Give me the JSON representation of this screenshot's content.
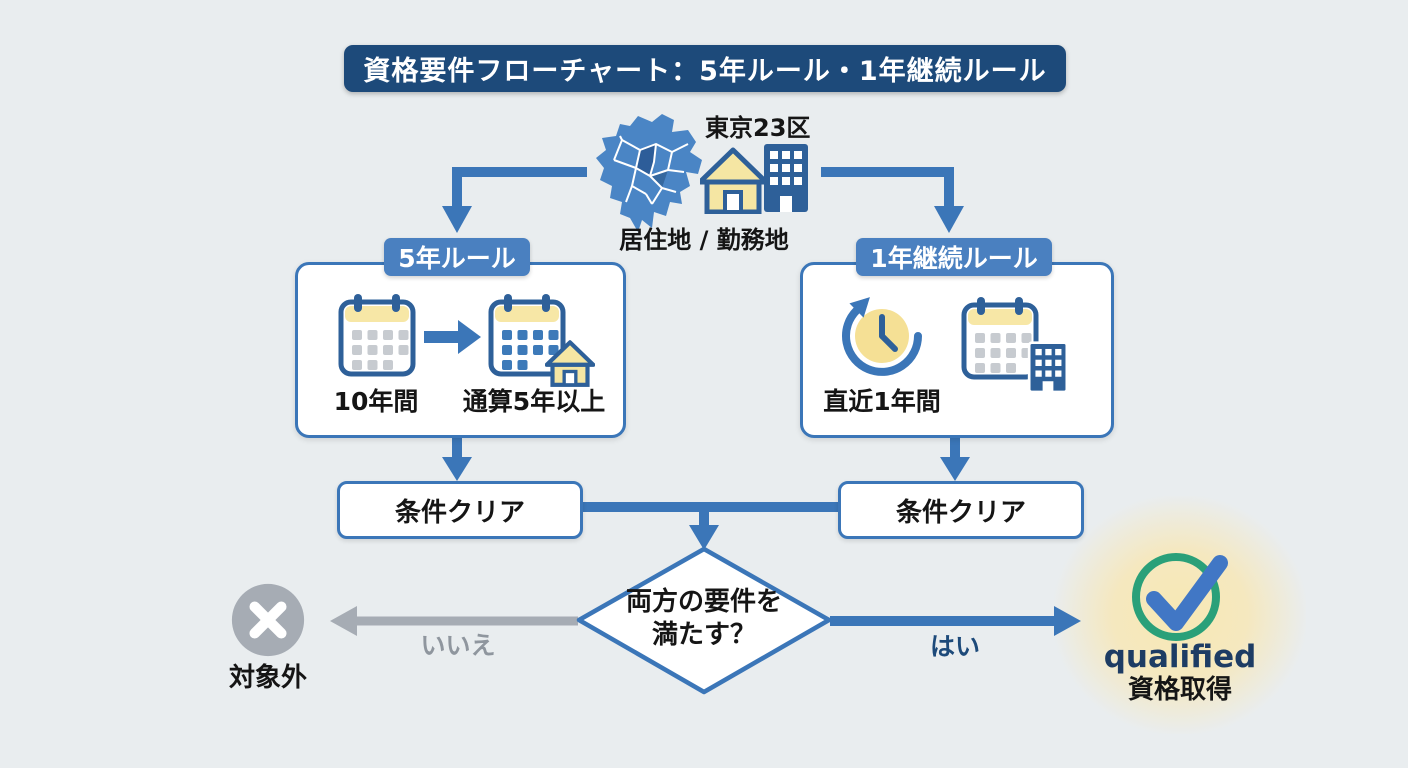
{
  "title": "資格要件フローチャート：5年ルール・1年継続ルール",
  "map": {
    "area_label": "東京23区",
    "location_label": "居住地 / 勤務地"
  },
  "rules": {
    "five_year": {
      "tab_label": "5年ルール",
      "step1_label": "10年間",
      "step2_label": "通算5年以上"
    },
    "one_year": {
      "tab_label": "1年継続ルール",
      "step1_label": "直近1年間"
    }
  },
  "conditions": {
    "left_label": "条件クリア",
    "right_label": "条件クリア"
  },
  "decision": {
    "question_line1": "両方の要件を",
    "question_line2": "満たす？"
  },
  "branches": {
    "no": {
      "arrow_label": "いいえ",
      "result_label": "対象外"
    },
    "yes": {
      "arrow_label": "はい",
      "result_label_en": "qualified",
      "result_label_ja": "資格取得"
    }
  },
  "icons": [
    "tokyo-23-wards-map-icon",
    "house-icon",
    "building-icon",
    "calendar-icon",
    "arrow-right-icon",
    "clock-icon",
    "x-circle-icon",
    "check-circle-icon"
  ],
  "colors": {
    "background": "#e9edef",
    "title_bg": "#1d4a7a",
    "flow_blue": "#3b76b8",
    "tab_blue": "#4a80c0",
    "map_blue": "#4a85c5",
    "map_dark_blue": "#2d5d99",
    "icon_outline": "#2e6099",
    "icon_yellow": "#f5e6a3",
    "band_yellow": "#f7e7a6",
    "clock_yellow": "#f5e095",
    "dot_gray": "#c7cbd0",
    "dot_blue": "#3d7ab9",
    "gray_arrow": "#a6acb4",
    "gray_text": "#8f969e",
    "green": "#2aa079",
    "check_blue": "#4177c5",
    "glow_yellow": "#f7e8b4",
    "navy_text": "#1d3c64",
    "text": "#151515"
  }
}
